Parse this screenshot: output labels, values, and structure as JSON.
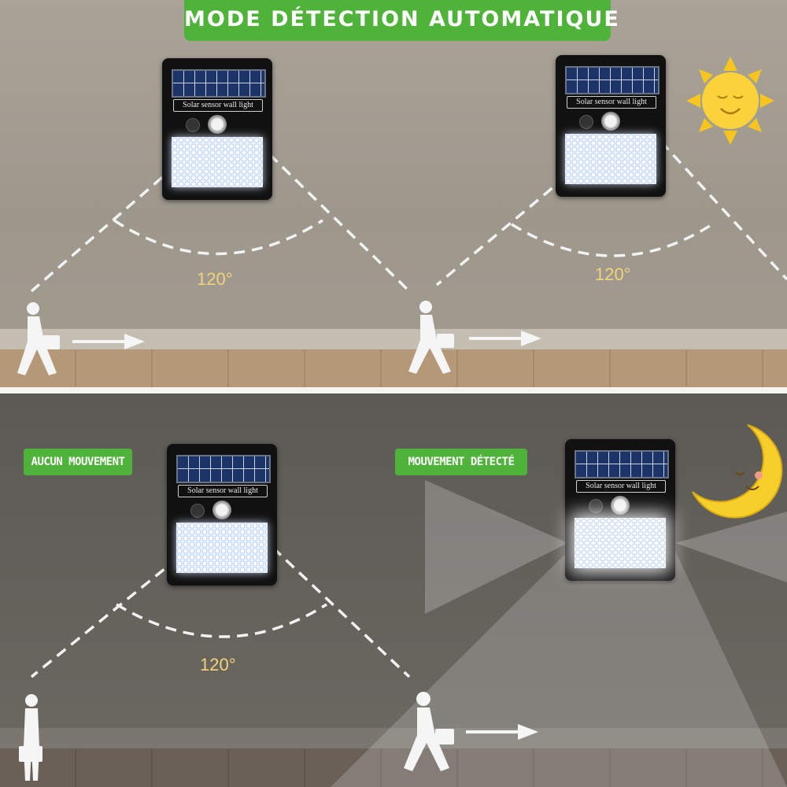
{
  "banner": {
    "title": "MODE DÉTECTION AUTOMATIQUE"
  },
  "badges": {
    "no_motion": "AUCUN MOUVEMENT",
    "motion": "MOUVEMENT DÉTECTÉ"
  },
  "lamp": {
    "label": "Solar sensor wall light"
  },
  "angle_label": "120°",
  "icons": {
    "sun": "sun-icon",
    "moon": "moon-icon",
    "person": "walking-person-icon",
    "arrow": "arrow-right-icon"
  },
  "colors": {
    "banner_green": "#4fb33a",
    "angle_text": "#f2d27a",
    "sun_yellow": "#f7c51e",
    "moon_yellow": "#f7cf2a"
  }
}
